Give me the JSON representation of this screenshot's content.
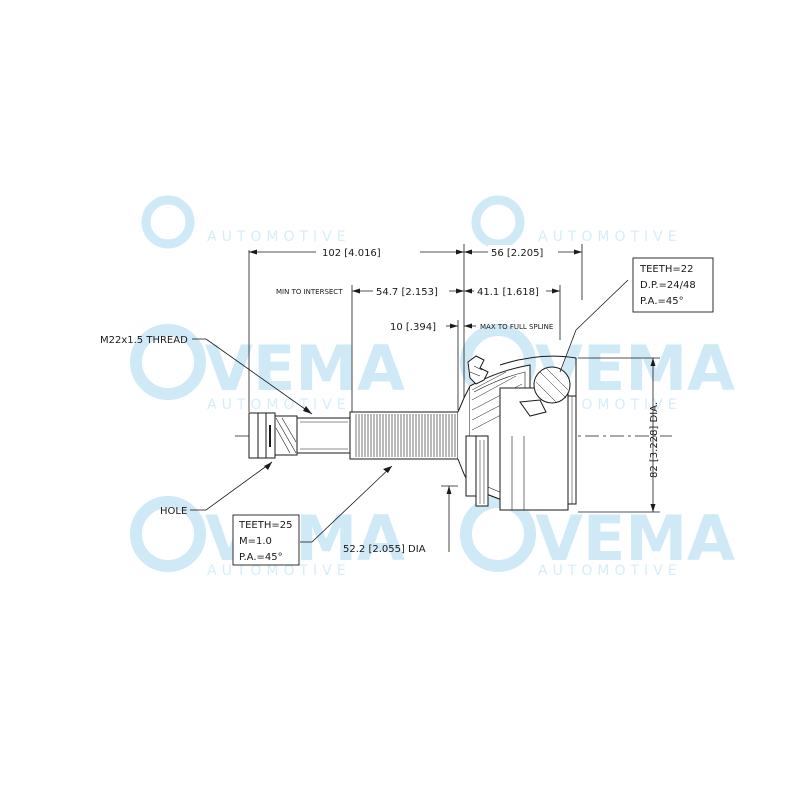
{
  "watermark": {
    "brand": "VEMA",
    "sub": "AUTOMOTIVE",
    "color": "#cfe9f6"
  },
  "drawing": {
    "line_color": "#1a1a1a",
    "dimensions": {
      "overall_length": "102 [4.016]",
      "outer_length": "56 [2.205]",
      "min_to_intersect_label": "MIN TO INTERSECT",
      "min_to_intersect_value": "54.7 [2.153]",
      "full_spline_length": "41.1 [1.618]",
      "spline_offset": "10 [.394]",
      "max_full_spline_label": "MAX TO FULL SPLINE",
      "outer_diameter": "82 [3.228] DIA.",
      "shaft_diameter": "52.2 [2.055] DIA"
    },
    "callouts": {
      "thread": "M22x1.5 THREAD",
      "hole": "HOLE"
    },
    "inner_spline_box": {
      "teeth": "TEETH=25",
      "module": "M=1.0",
      "pressure_angle": "P.A.=45°"
    },
    "outer_spline_box": {
      "teeth": "TEETH=22",
      "diametral_pitch": "D.P.=24/48",
      "pressure_angle": "P.A.=45°"
    }
  }
}
